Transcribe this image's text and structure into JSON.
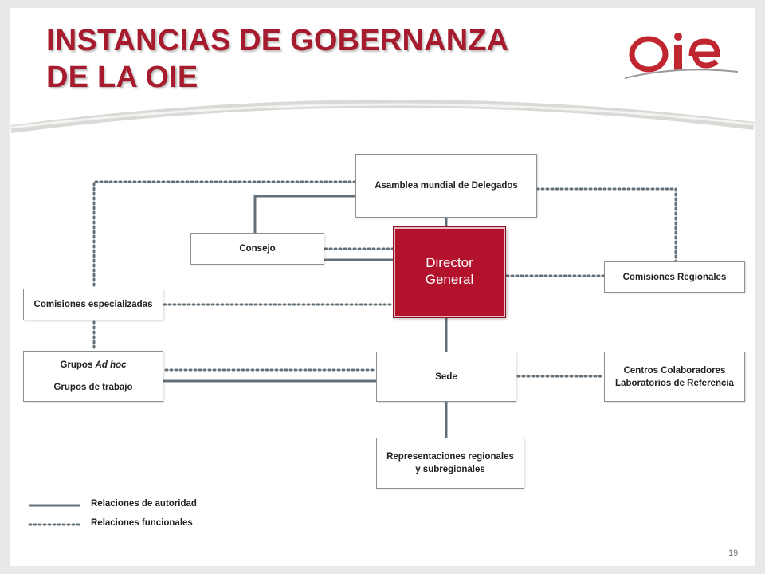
{
  "slide": {
    "title_line1": "INSTANCIAS DE GOBERNANZA",
    "title_line2": "DE LA OIE",
    "page_number": "19"
  },
  "logo": {
    "text": "OIE",
    "color": "#c0262f"
  },
  "colors": {
    "accent": "#a61c2e",
    "director_fill": "#b2122b",
    "line": "#647079"
  },
  "chart": {
    "nodes": {
      "asamblea": "Asamblea mundial de Delegados",
      "director": [
        "Director",
        "General"
      ],
      "consejo": "Consejo",
      "comisiones_regionales": "Comisiones Regionales",
      "comisiones_especializadas": "Comisiones especializadas",
      "grupos_ad_hoc_prefix": "Grupos ",
      "grupos_ad_hoc_italic": "Ad hoc",
      "grupos_trabajo": "Grupos de trabajo",
      "sede": "Sede",
      "centros": [
        "Centros Colaboradores",
        "Laboratorios de Referencia"
      ],
      "representaciones": [
        "Representaciones regionales",
        "y subregionales"
      ]
    },
    "legend": {
      "autoridad": "Relaciones de autoridad",
      "funcionales": "Relaciones funcionales"
    }
  }
}
